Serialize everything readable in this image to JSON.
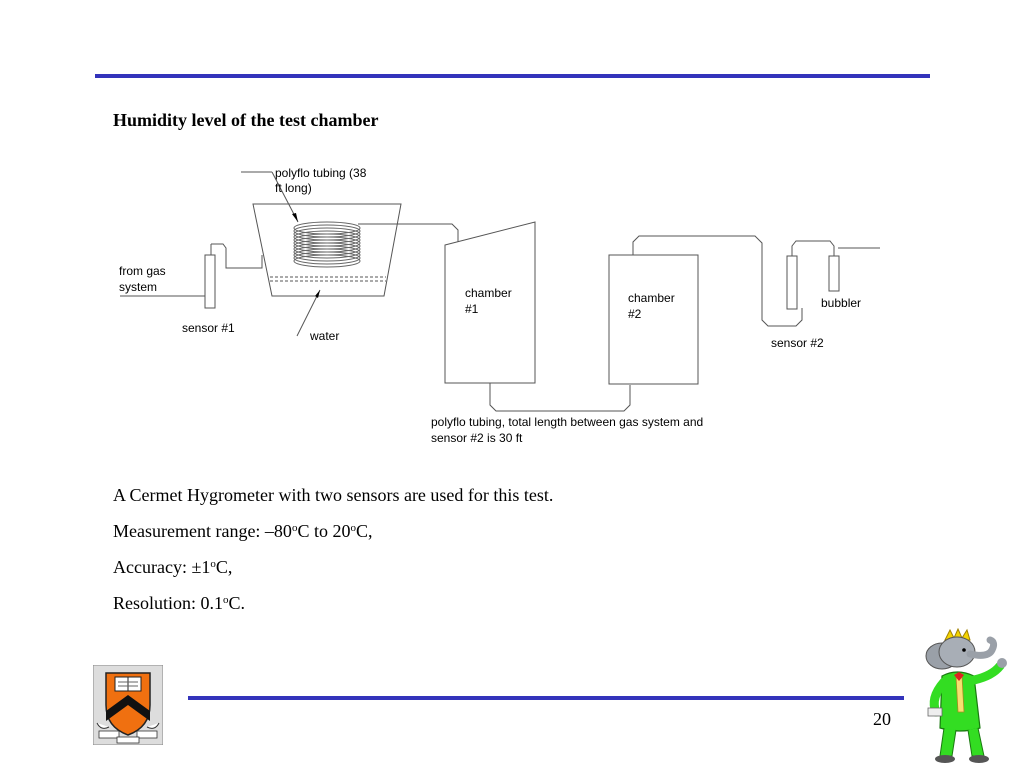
{
  "slide": {
    "title": "Humidity level of the test chamber",
    "page_number": "20"
  },
  "diagram": {
    "labels": {
      "tubing_coil": [
        "polyflo tubing (38",
        "ft long)"
      ],
      "from_gas": [
        "from gas",
        "system"
      ],
      "sensor1": "sensor #1",
      "water": "water",
      "chamber1": [
        "chamber",
        "#1"
      ],
      "chamber2": [
        "chamber",
        "#2"
      ],
      "bubbler": "bubbler",
      "sensor2": "sensor #2",
      "tubing_total": [
        "polyflo tubing, total length between gas system and",
        "sensor #2 is 30 ft"
      ]
    }
  },
  "body": {
    "line1": "A Cermet Hygrometer with two sensors are used for this test.",
    "line2": {
      "prefix": "Measurement range:  –80",
      "sup1": "o",
      "mid": "C to 20",
      "sup2": "o",
      "suffix": "C,"
    },
    "line3": {
      "prefix": "Accuracy: ±1",
      "sup": "o",
      "suffix": "C,"
    },
    "line4": {
      "prefix": "Resolution: 0.1",
      "sup": "o",
      "suffix": "C."
    }
  },
  "colors": {
    "rule": "#3333bb",
    "shield_orange": "#f07010",
    "mascot_suit": "#33dd22",
    "mascot_gray": "#9aa0a8"
  },
  "icons": {
    "logo": "princeton-shield-icon",
    "mascot": "elephant-mascot-icon"
  }
}
